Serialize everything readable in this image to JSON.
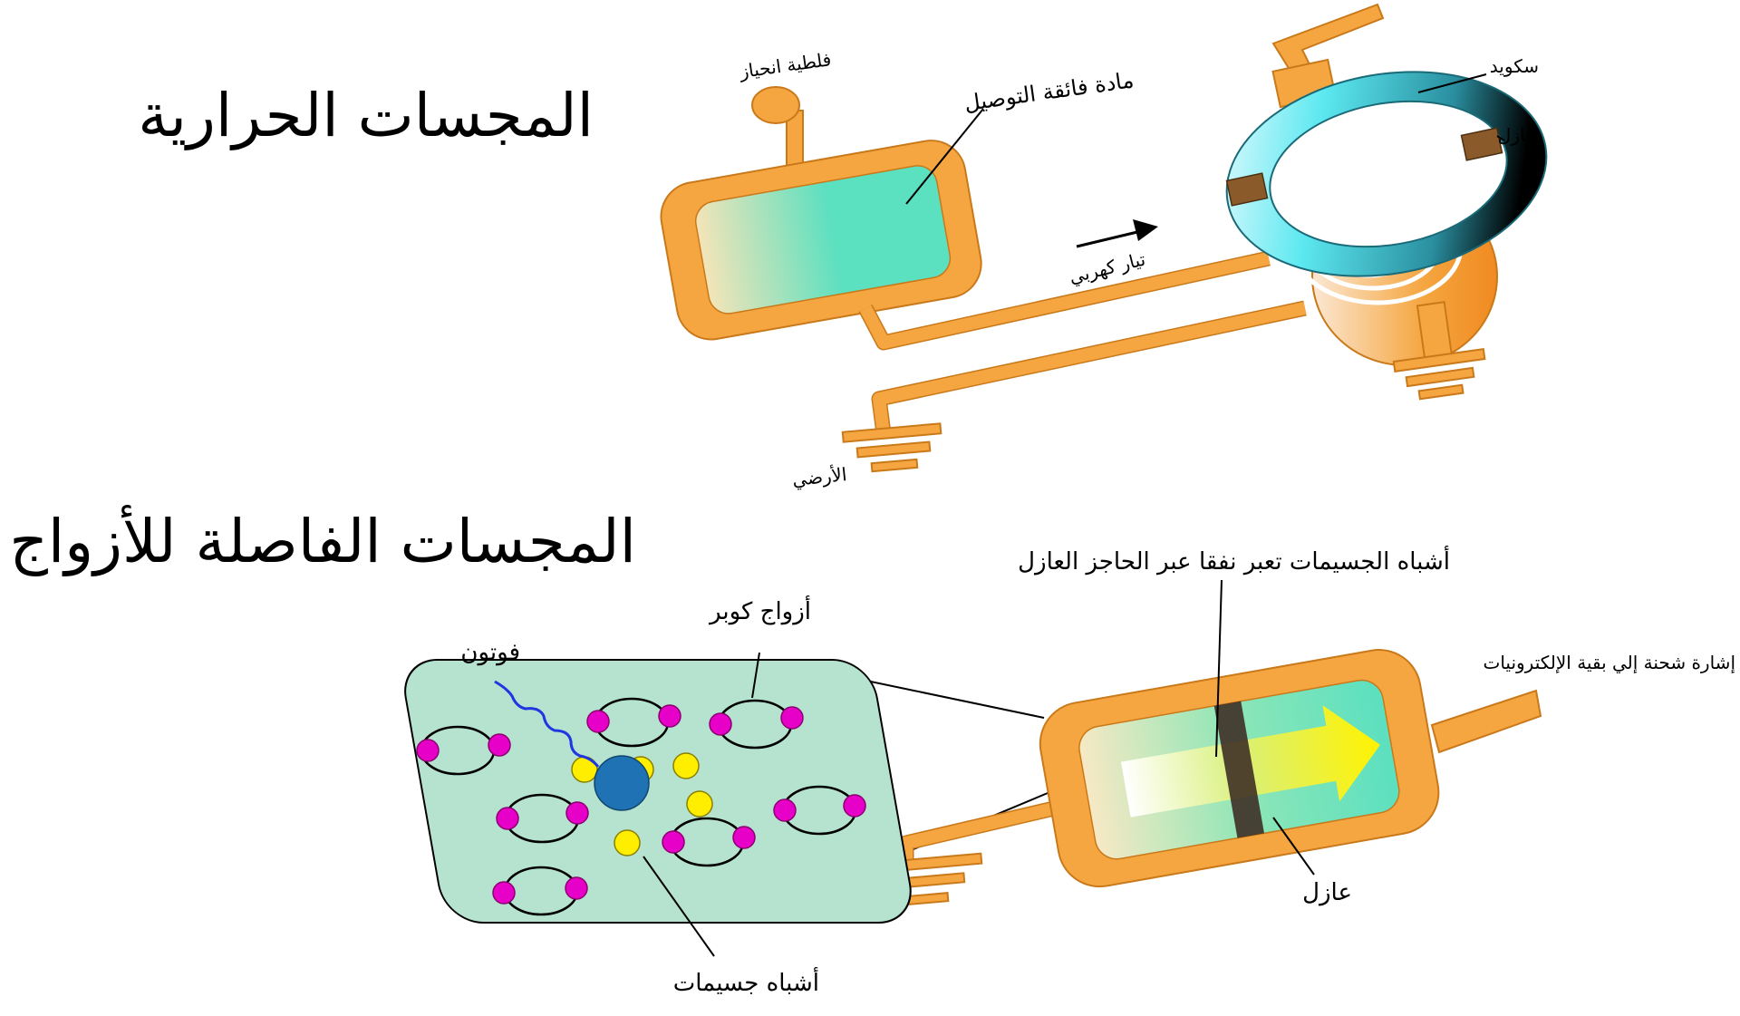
{
  "titles": {
    "thermal": "المجسات الحرارية",
    "pair_breaking": "المجسات الفاصلة للأزواج"
  },
  "thermal_labels": {
    "bias_voltage": "فلطية انحياز",
    "superconductor": "مادة فائقة التوصيل",
    "current": "تيار كهربي",
    "squid": "سكويد",
    "insulator": "عازل",
    "ground": "الأرضي"
  },
  "pair_labels": {
    "tunneling": "أشباه الجسيمات تعبر نفقا عبر الحاجز العازل",
    "cooper_pairs": "أزواج كوبر",
    "photon": "فوتون",
    "signal": "إشارة شحنة إلي بقية الإلكترونيات",
    "insulator": "عازل",
    "quasiparticles": "أشباه جسيمات"
  },
  "colors": {
    "orange": "#f5a640",
    "orange_edge": "#c9791a",
    "film": "#5be0c0",
    "squid_cyan": "#5ce8f0",
    "insulator_brown": "#8b5a2b",
    "panel_green": "#b5e3d0",
    "cooper_electron": "#e600c8",
    "quasiparticle": "#ffee00",
    "photon_wave": "#2036e0",
    "photon_dot": "#1f73b5",
    "arrow_yellow": "#fff200"
  }
}
